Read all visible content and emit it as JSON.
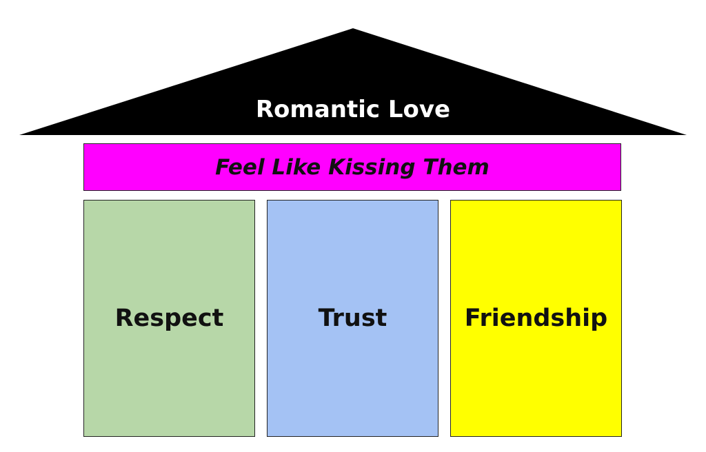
{
  "roof": {
    "label": "Romantic Love",
    "color": "#000000"
  },
  "beam": {
    "label": "Feel Like Kissing Them",
    "color": "#ff00ff"
  },
  "pillars": [
    {
      "label": "Respect",
      "color": "#b7d7a8"
    },
    {
      "label": "Trust",
      "color": "#a4c2f4"
    },
    {
      "label": "Friendship",
      "color": "#ffff00"
    }
  ]
}
